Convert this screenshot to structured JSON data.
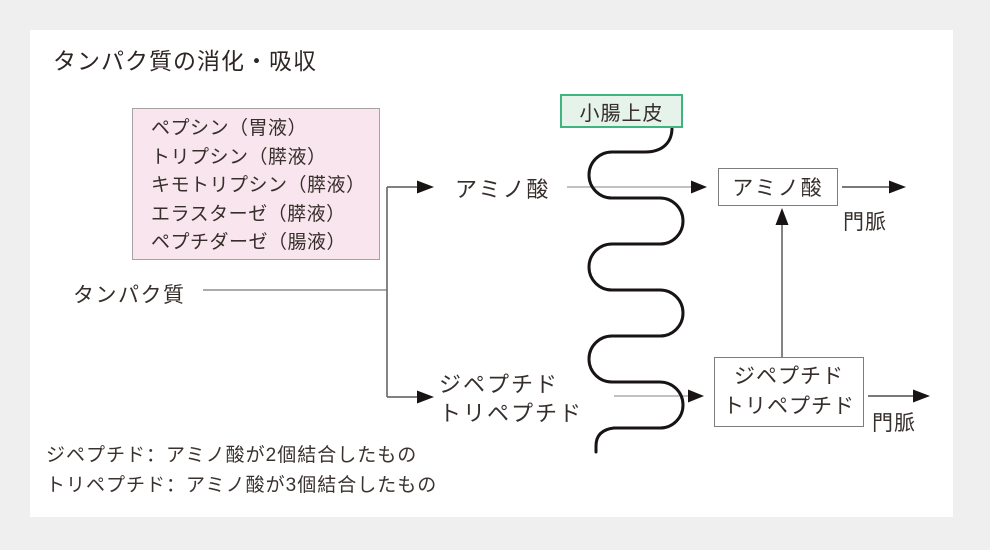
{
  "title": "タンパク質の消化・吸収",
  "enzyme_box": {
    "lines": [
      "ペプシン（胃液）",
      "トリプシン（膵液）",
      "キモトリプシン（膵液）",
      "エラスターゼ（膵液）",
      "ペプチダーゼ（腸液）"
    ]
  },
  "epithelium_label": "小腸上皮",
  "protein_label": "タンパク質",
  "lumen": {
    "amino_acid_label": "アミノ酸",
    "peptide_line1": "ジペプチド",
    "peptide_line2": "トリペプチド"
  },
  "absorbed": {
    "amino_acid_box_label": "アミノ酸",
    "peptide_box_line1": "ジペプチド",
    "peptide_box_line2": "トリペプチド",
    "portal_vein_upper": "門脈",
    "portal_vein_lower": "門脈"
  },
  "notes": [
    "ジペプチド：アミノ酸が2個結合したもの",
    "トリペプチド：アミノ酸が3個結合したもの"
  ],
  "colors": {
    "page_background": "#efefef",
    "panel_background": "#ffffff",
    "enzyme_box_fill": "#f8e5ed",
    "enzyme_box_border": "#a5a0a3",
    "epithelium_fill": "#e5f3ea",
    "epithelium_border": "#3eb57e",
    "text": "#362e2b",
    "connector_gray": "#6e6e6e",
    "thin_line_gray": "#9c9c9c",
    "membrane_black": "#171413"
  }
}
